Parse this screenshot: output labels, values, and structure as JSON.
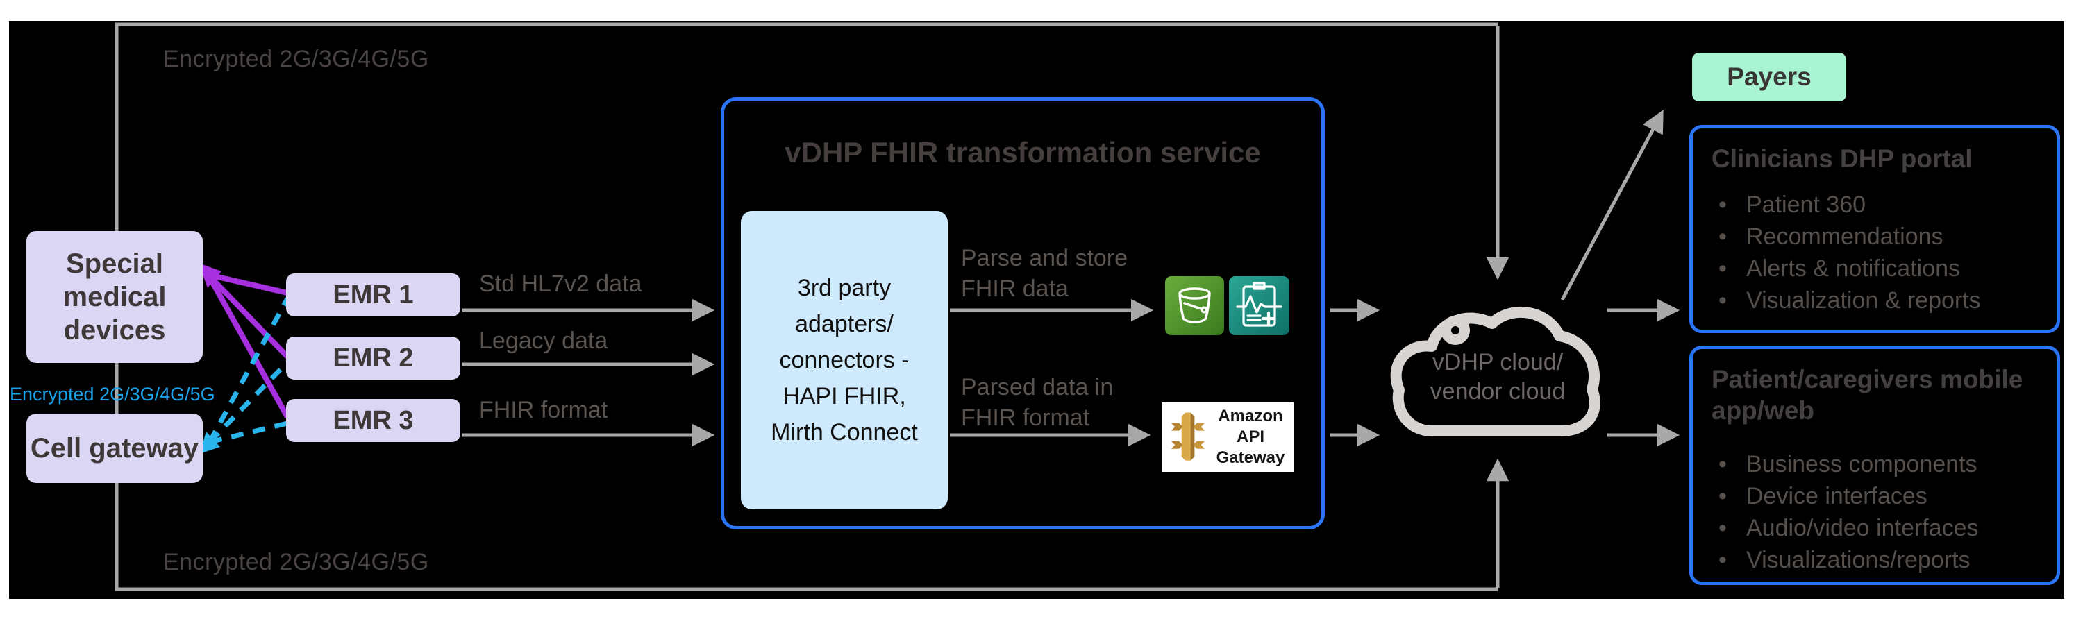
{
  "frame": {
    "encrypted_top_label": "Encrypted 2G/3G/4G/5G",
    "encrypted_bottom_label": "Encrypted 2G/3G/4G/5G"
  },
  "devices": {
    "special_label": "Special medical devices",
    "gateway_label": "Cell gateway",
    "encrypted_link_label": "Encrypted 2G/3G/4G/5G"
  },
  "emrs": [
    {
      "label": "EMR 1",
      "flow_label": "Std HL7v2 data"
    },
    {
      "label": "EMR 2",
      "flow_label": "Legacy data"
    },
    {
      "label": "EMR 3",
      "flow_label": "FHIR format"
    }
  ],
  "service": {
    "title": "vDHP FHIR transformation service",
    "adapter_lines": [
      "3rd party",
      "adapters/",
      "connectors -",
      "HAPI FHIR,",
      "Mirth Connect"
    ],
    "flow1": {
      "line1": "Parse and store",
      "line2": "FHIR data"
    },
    "flow2": {
      "line1": "Parsed data in",
      "line2": "FHIR format"
    },
    "api_gateway": {
      "line1": "Amazon",
      "line2": "API Gateway"
    },
    "icons": [
      "s3-bucket-icon",
      "fhir-datastore-icon",
      "api-gateway-icon"
    ]
  },
  "cloud": {
    "line1": "vDHP cloud/",
    "line2": "vendor cloud"
  },
  "outputs": {
    "payers_label": "Payers",
    "clinicians": {
      "title": "Clinicians DHP portal",
      "bullets": [
        "Patient 360",
        "Recommendations",
        "Alerts & notifications",
        "Visualization & reports"
      ]
    },
    "patients": {
      "title": "Patient/caregivers mobile app/web",
      "bullets": [
        "Business components",
        "Device interfaces",
        "Audio/video interfaces",
        "Visualizations/reports"
      ]
    }
  },
  "colors": {
    "background": "#000000",
    "node_lavender": "#dad6f3",
    "adapter_blue": "#cfeafc",
    "border_blue": "#2b74f6",
    "mint_green": "#a9f4d2",
    "arrow_gray": "#a8a8a8",
    "cloud_gray": "#d8d4d2",
    "device_link_purple": "#a62fe0",
    "gateway_link_cyan": "#29b4ec",
    "label_gray": "#5a5450",
    "encrypted_cyan_text": "#1aa3ea"
  }
}
